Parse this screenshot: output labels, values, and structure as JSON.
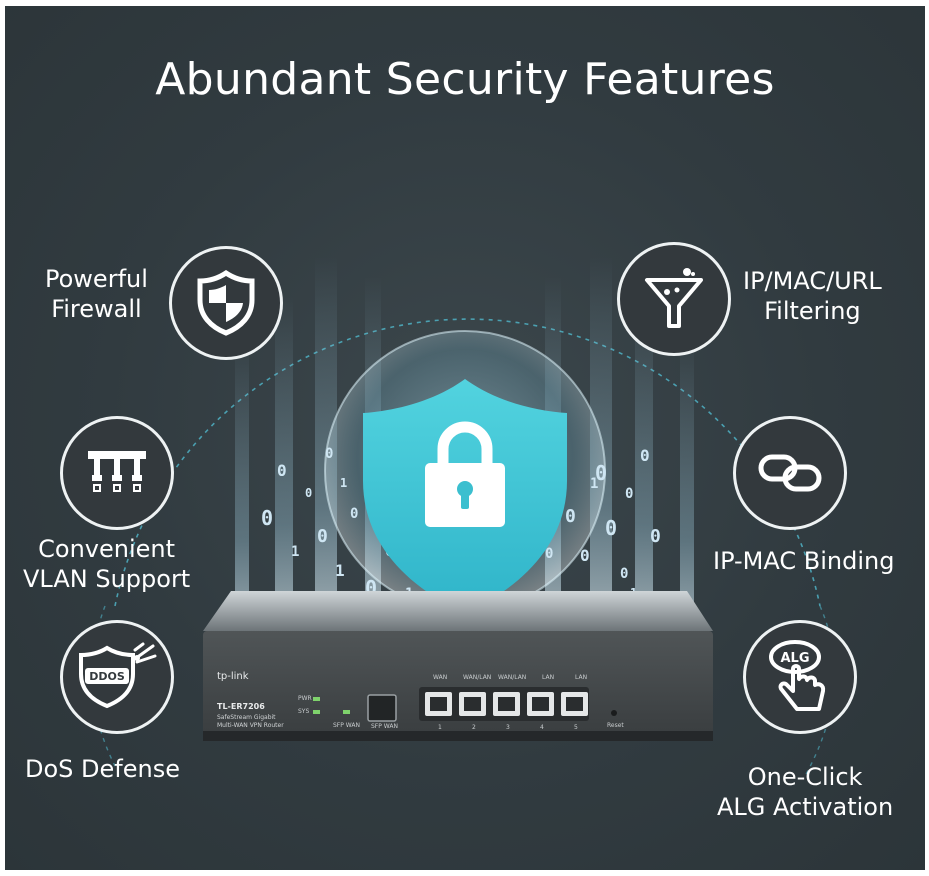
{
  "title": "Abundant Security Features",
  "features": {
    "firewall": {
      "line1": "Powerful",
      "line2": "Firewall",
      "icon": "shield-icon"
    },
    "vlan": {
      "line1": "Convenient",
      "line2": "VLAN Support",
      "icon": "vlan-icon"
    },
    "dos": {
      "line1": "DoS Defense",
      "badge": "DDOS",
      "icon": "ddos-shield-icon"
    },
    "filtering": {
      "line1": "IP/MAC/URL",
      "line2": "Filtering",
      "icon": "filter-icon"
    },
    "binding": {
      "line1": "IP-MAC Binding",
      "icon": "chain-link-icon"
    },
    "alg": {
      "line1": "One-Click",
      "line2": "ALG Activation",
      "badge": "ALG",
      "icon": "alg-touch-icon"
    }
  },
  "router": {
    "brand": "tp-link",
    "model": "TL-ER7206",
    "desc_line1": "SafeStream Gigabit",
    "desc_line2": "Multi-WAN VPN Router",
    "led_pwr": "PWR",
    "led_sys": "SYS",
    "sfp_wan_led": "SFP WAN",
    "sfp_wan_port": "SFP WAN",
    "port_labels": [
      "WAN",
      "WAN/LAN",
      "WAN/LAN",
      "LAN",
      "LAN"
    ],
    "port_numbers": [
      "1",
      "2",
      "3",
      "4",
      "5"
    ],
    "reset": "Reset"
  },
  "colors": {
    "background": "#313b40",
    "shield": "#3fc9d8",
    "ring": "#e9eef0",
    "dashed_arc": "#4fb1c4"
  }
}
